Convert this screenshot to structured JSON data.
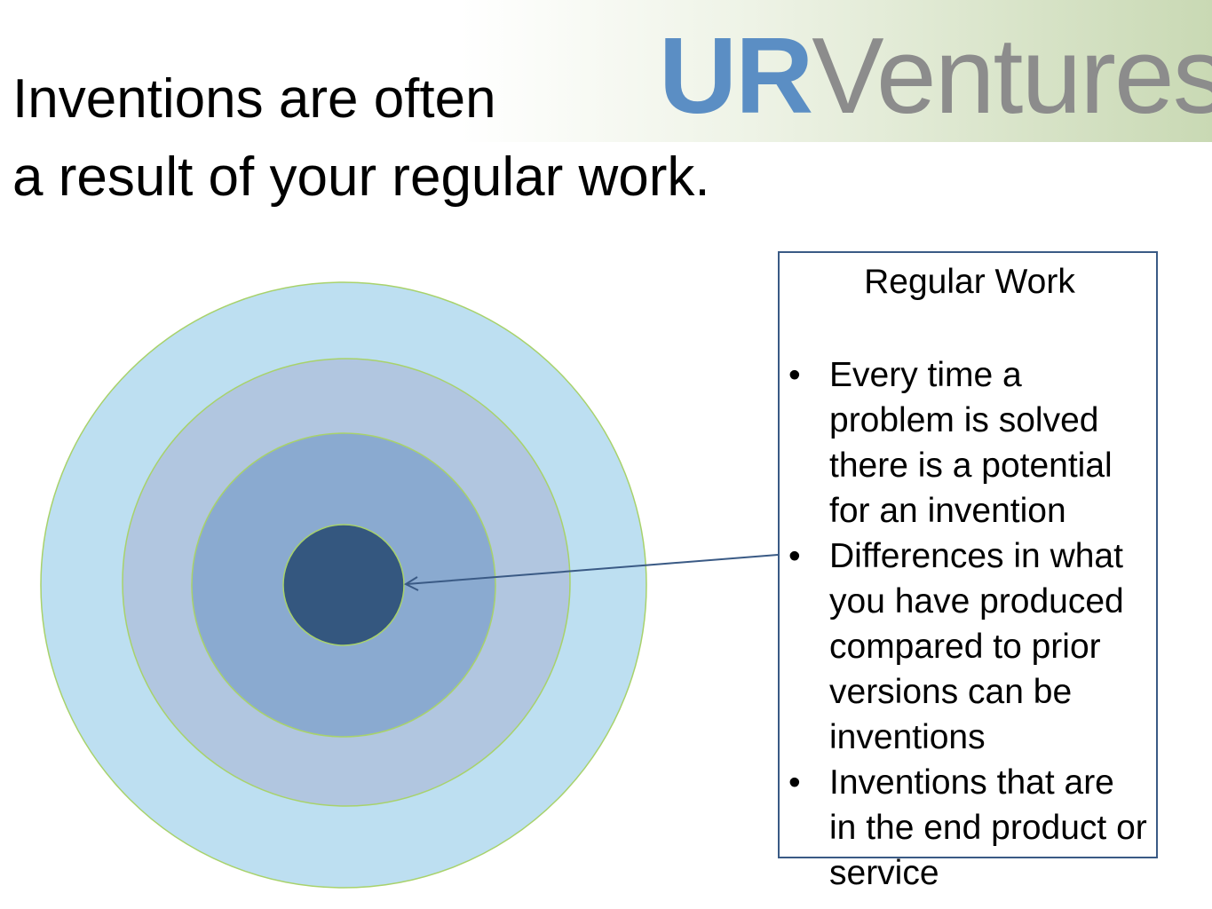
{
  "logo": {
    "part1": "UR",
    "part2": "Ventures"
  },
  "title": {
    "line1": "Inventions are often",
    "line2": "a result of your regular work."
  },
  "box": {
    "heading": "Regular Work",
    "bullets": [
      "Every time a problem is solved there is a potential for an invention",
      "Differences in what you have produced compared to prior versions can be inventions",
      "Inventions that are in the end product or service"
    ]
  },
  "colors": {
    "ring_outer": "#bddff1",
    "ring_second": "#b1c6e0",
    "ring_third": "#8aaad0",
    "core": "#34577f",
    "ring_stroke": "#a8d26b",
    "arrow": "#3a5a85",
    "logo_blue": "#5b8ec4",
    "logo_gray": "#8c8c8c"
  }
}
